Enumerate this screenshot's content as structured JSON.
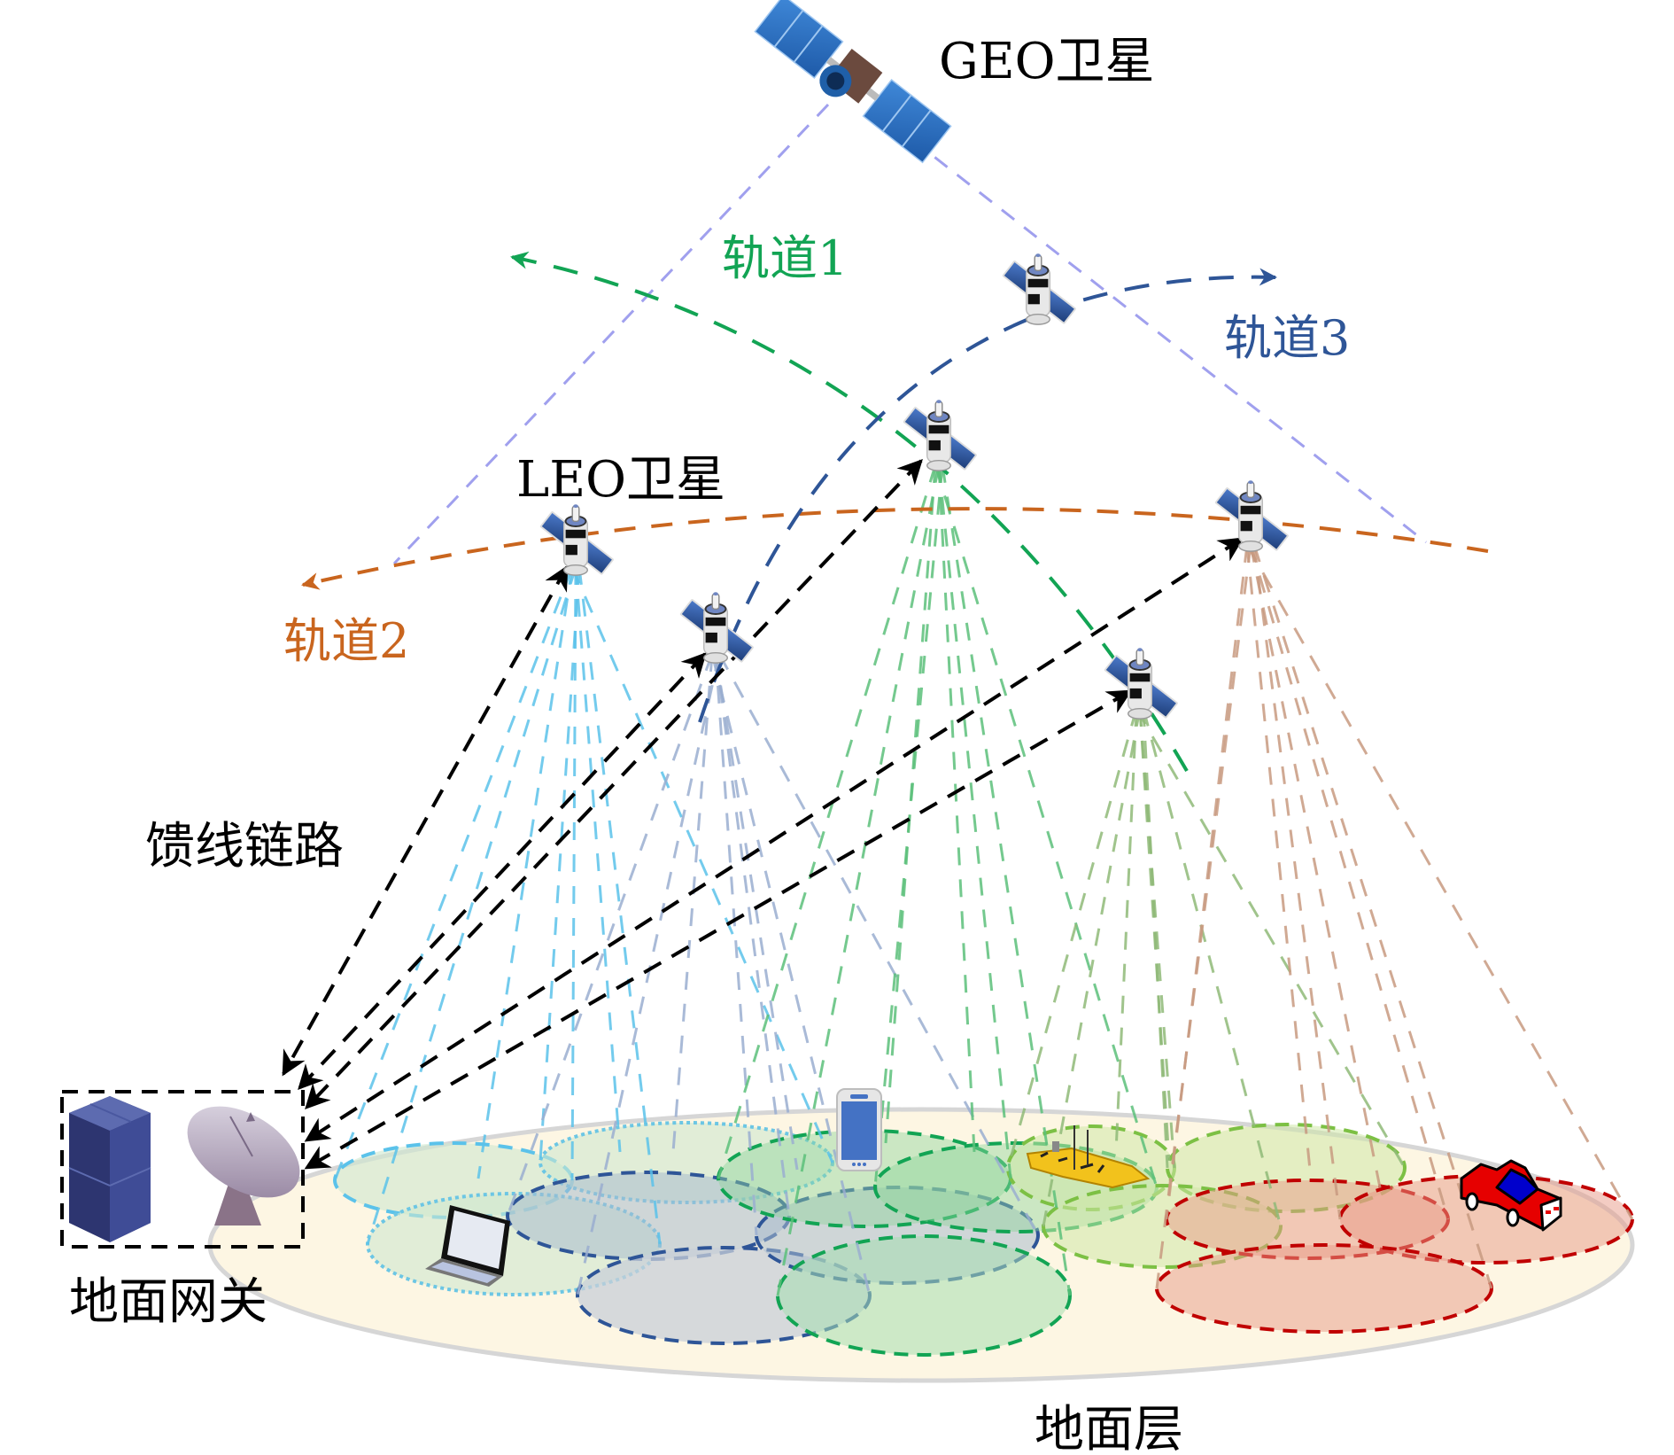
{
  "labels": {
    "geo_satellite": "GEO卫星",
    "leo_satellite": "LEO卫星",
    "orbit1": "轨道1",
    "orbit2": "轨道2",
    "orbit3": "轨道3",
    "feeder_link": "馈线链路",
    "ground_gateway": "地面网关",
    "ground_layer": "地面层"
  },
  "colors": {
    "orbit1": "#12a454",
    "orbit2": "#c9651e",
    "orbit3": "#2e5597",
    "geo_coverage": "#a0a0ee",
    "feeder": "#000000",
    "ground_plane_fill": "#fdf6e3",
    "ground_plane_stroke": "#d8d8d8"
  },
  "satellites": {
    "geo": {
      "name": "geo-satellite",
      "type": "GEO"
    },
    "leo": [
      {
        "name": "leo-satellite-orbit3-top",
        "orbit": "orbit3",
        "beam_color": ""
      },
      {
        "name": "leo-satellite-center",
        "orbit": "orbit1",
        "beam_color": "#5cc07a"
      },
      {
        "name": "leo-satellite-left",
        "orbit": "orbit2",
        "beam_color": "#5bc2ea"
      },
      {
        "name": "leo-satellite-mid-left",
        "orbit": "orbit3",
        "beam_color": "#9aaed0"
      },
      {
        "name": "leo-satellite-right",
        "orbit": "orbit2",
        "beam_color": "#c89a80"
      },
      {
        "name": "leo-satellite-mid-right",
        "orbit": "orbit1",
        "beam_color": "#8fba78"
      }
    ]
  },
  "beam_groups": [
    {
      "name": "cyan-beam-group",
      "color": "#5bc2ea"
    },
    {
      "name": "navy-beam-group",
      "color": "#2e5597"
    },
    {
      "name": "green-beam-group",
      "color": "#12a454"
    },
    {
      "name": "lightgreen-beam-group",
      "color": "#7cc044"
    },
    {
      "name": "red-beam-group",
      "color": "#c00000"
    }
  ],
  "ground_terminals": [
    {
      "name": "laptop",
      "icon": "laptop-icon"
    },
    {
      "name": "smartphone",
      "icon": "smartphone-icon"
    },
    {
      "name": "ship",
      "icon": "ship-icon"
    },
    {
      "name": "car",
      "icon": "car-icon"
    }
  ],
  "gateway": {
    "icons": [
      "server-rack-icon",
      "satellite-dish-icon"
    ]
  }
}
